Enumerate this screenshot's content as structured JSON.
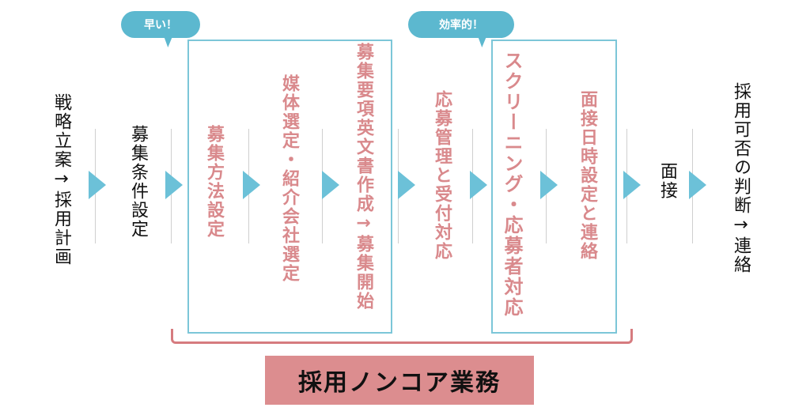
{
  "steps": {
    "s1": "戦略立案→採用計画",
    "s2": "募集条件設定",
    "s3": "募集方法設定",
    "s4": "媒体選定・紹介会社選定",
    "s5": "募集要項英文書作成→募集開始",
    "s6": "応募管理と受付対応",
    "s7": "スクリーニング・応募者対応",
    "s8": "面接日時設定と連絡",
    "s9": "面接",
    "s10": "採用可否の判断→連絡"
  },
  "callouts": {
    "fast": "早い！",
    "efficient": "効率的！"
  },
  "banner": "採用ノンコア業務",
  "colors": {
    "accent_blue": "#6cc1d8",
    "pink_text": "#d9898c",
    "banner_bg": "#dc8d8f"
  }
}
